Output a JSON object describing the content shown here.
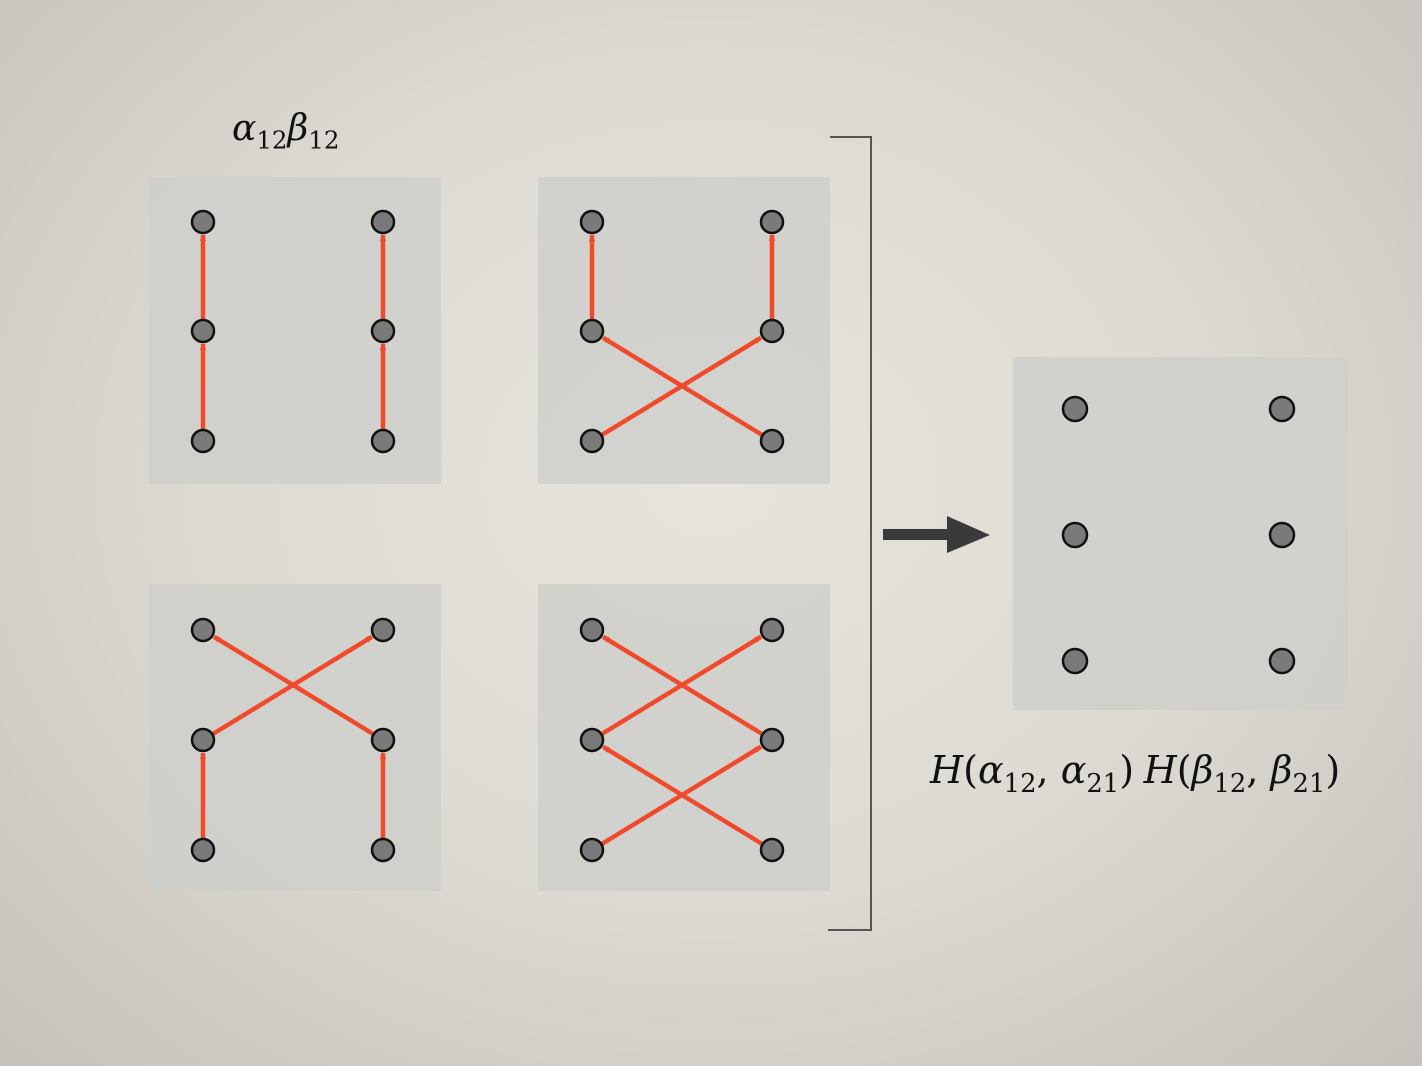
{
  "labels": {
    "title": {
      "alpha": "α",
      "alpha_sub": "12",
      "beta": "β",
      "beta_sub": "12"
    },
    "result": {
      "h1": "H",
      "open1": "(",
      "a1": "α",
      "a1_sub": "12",
      "comma1": ", ",
      "a2": "α",
      "a2_sub": "21",
      "close1": ")",
      "h2": "H",
      "open2": "(",
      "b1": "β",
      "b1_sub": "12",
      "comma2": ", ",
      "b2": "β",
      "b2_sub": "21",
      "close2": ")"
    }
  },
  "colors": {
    "panel": "#cfcfcb",
    "arrow": "#f04a2c",
    "node_fill": "#7a7a7a",
    "node_stroke": "#111111",
    "bracket": "#555555",
    "big_arrow": "#3a3a3a"
  },
  "diagrams": [
    {
      "id": "top-left",
      "edges": [
        [
          0,
          1
        ],
        [
          1,
          2
        ],
        [
          3,
          4
        ],
        [
          4,
          5
        ]
      ]
    },
    {
      "id": "top-right",
      "edges": [
        [
          0,
          1
        ],
        [
          3,
          4
        ],
        [
          1,
          5
        ],
        [
          4,
          2
        ]
      ]
    },
    {
      "id": "bottom-left",
      "edges": [
        [
          0,
          4
        ],
        [
          3,
          1
        ],
        [
          1,
          2
        ],
        [
          4,
          5
        ]
      ]
    },
    {
      "id": "bottom-right",
      "edges": [
        [
          0,
          4
        ],
        [
          3,
          1
        ],
        [
          1,
          5
        ],
        [
          4,
          2
        ]
      ]
    }
  ],
  "result_diagram": {
    "id": "result",
    "nodes": 6
  }
}
